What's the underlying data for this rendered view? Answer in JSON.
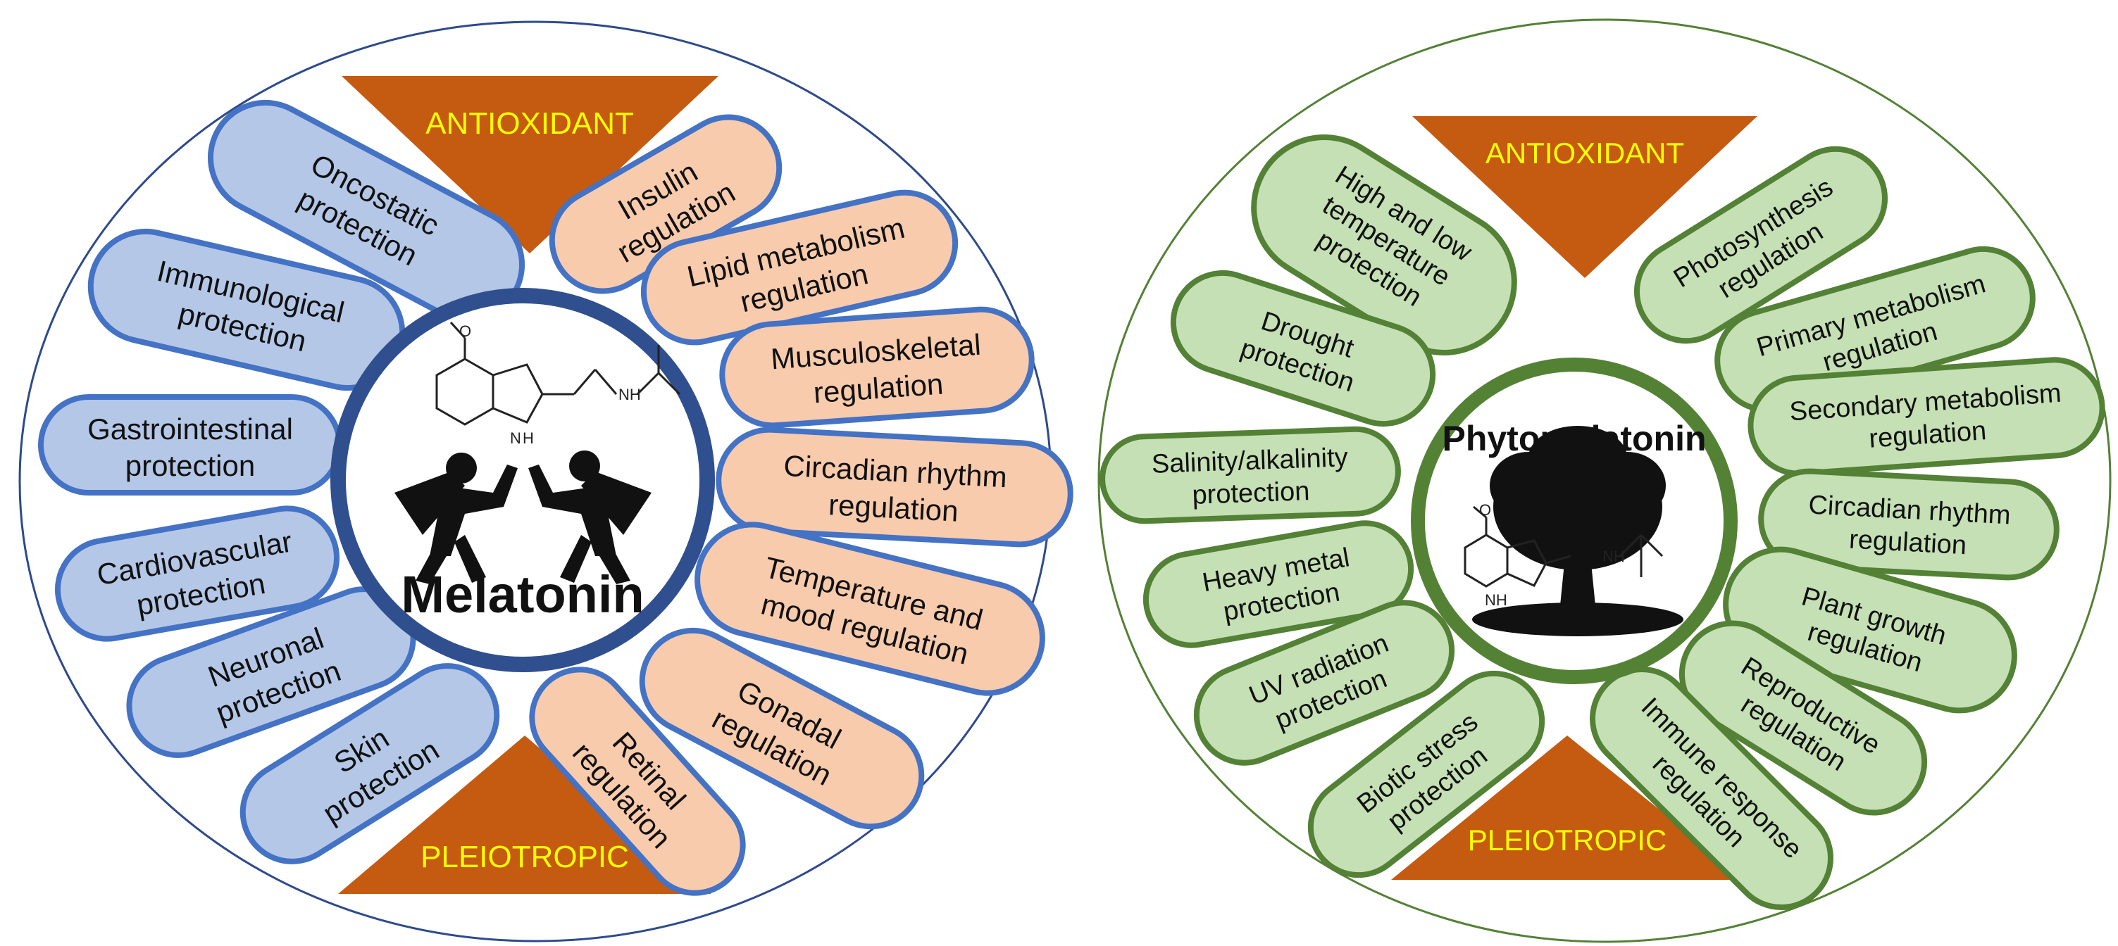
{
  "melatonin_panel": {
    "top_triangle": "ANTIOXIDANT",
    "bottom_triangle": "PLEIOTROPIC",
    "center_label": "Melatonin",
    "colors": {
      "outer_ring": "#2e4a8c",
      "hub_ring": "#2f4f8f",
      "blue_fill": "#b4c7e7",
      "blue_stroke": "#4472c4",
      "peach_fill": "#f8cbad",
      "triangle": "#c55a11",
      "triangle_text": "#ffff00"
    },
    "protection_items": [
      [
        "Oncostatic",
        "protection"
      ],
      [
        "Immunological",
        "protection"
      ],
      [
        "Gastrointestinal",
        "protection"
      ],
      [
        "Cardiovascular",
        "protection"
      ],
      [
        "Neuronal",
        "protection"
      ],
      [
        "Skin",
        "protection"
      ]
    ],
    "regulation_items": [
      [
        "Insulin",
        "regulation"
      ],
      [
        "Lipid metabolism",
        "regulation"
      ],
      [
        "Musculoskeletal",
        "regulation"
      ],
      [
        "Circadian rhythm",
        "regulation"
      ],
      [
        "Temperature and",
        "mood regulation"
      ],
      [
        "Gonadal",
        "regulation"
      ],
      [
        "Retinal",
        "regulation"
      ]
    ],
    "molecule_atoms": {
      "oxygen": "O",
      "amide_n": "NH",
      "ring_n": "N",
      "ring_h": "H"
    }
  },
  "phytomelatonin_panel": {
    "top_triangle": "ANTIOXIDANT",
    "bottom_triangle": "PLEIOTROPIC",
    "center_label": "Phytomelatonin",
    "colors": {
      "outer_ring": "#538135",
      "hub_ring": "#548235",
      "green_fill": "#c5e0b4",
      "green_stroke": "#538135",
      "triangle": "#c55a11",
      "triangle_text": "#ffff00"
    },
    "protection_items": [
      [
        "High and low",
        "temperature",
        "protection"
      ],
      [
        "Drought",
        "protection"
      ],
      [
        "Salinity/alkalinity",
        "protection"
      ],
      [
        "Heavy metal",
        "protection"
      ],
      [
        "UV radiation",
        "protection"
      ],
      [
        "Biotic stress",
        "protection"
      ]
    ],
    "regulation_items": [
      [
        "Photosynthesis",
        "regulation"
      ],
      [
        "Primary metabolism",
        "regulation"
      ],
      [
        "Secondary metabolism",
        "regulation"
      ],
      [
        "Circadian rhythm",
        "regulation"
      ],
      [
        "Plant growth",
        "regulation"
      ],
      [
        "Reproductive",
        "regulation"
      ],
      [
        "Immune response",
        "regulation"
      ]
    ],
    "molecule_atoms": {
      "oxygen": "O",
      "amide_n": "NH",
      "ring_n": "NH"
    }
  }
}
